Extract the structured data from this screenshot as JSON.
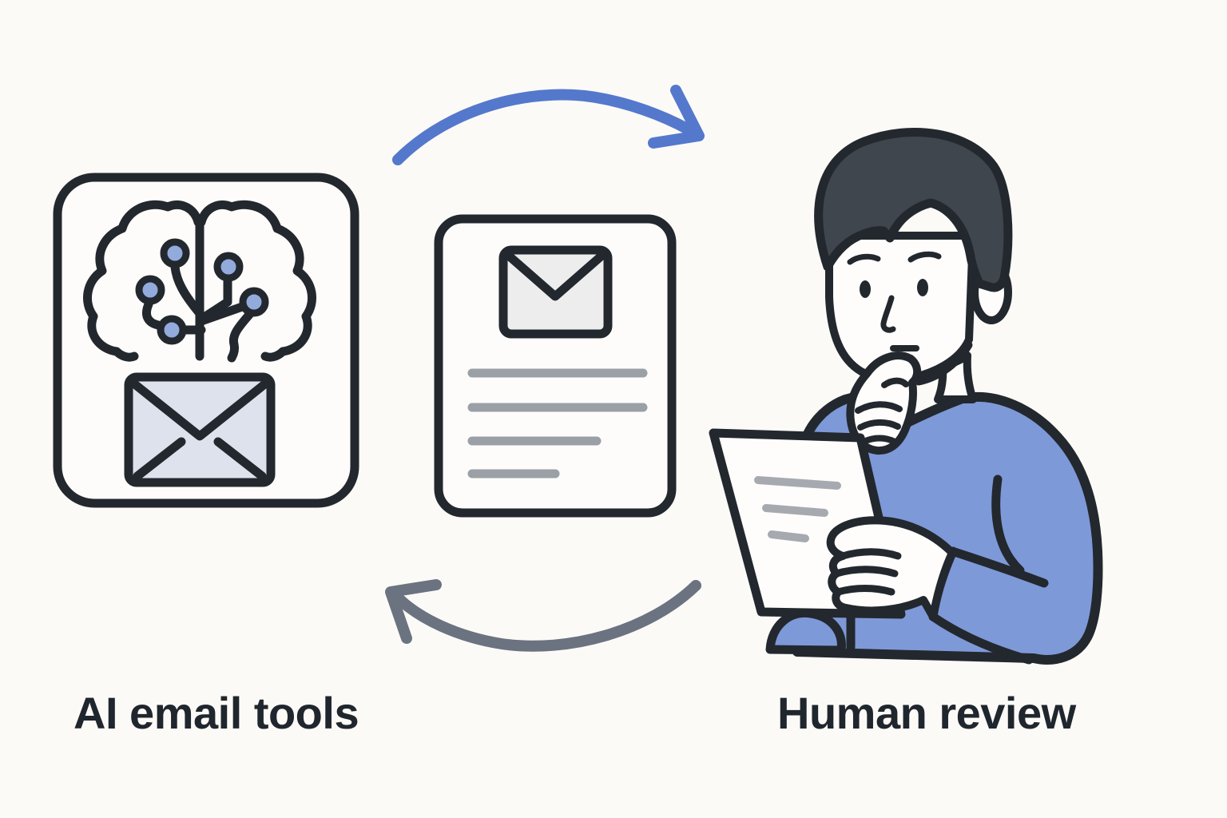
{
  "scene": {
    "background_color": "#fbfaf7",
    "outline_color": "#23282e",
    "description": "Cycle diagram: AI email tools produce an email draft which goes to human review, and feedback loops back"
  },
  "labels": {
    "left": "AI email tools",
    "right": "Human review"
  },
  "left_icon": {
    "name": "ai-brain-email-icon",
    "box_fill": "#fdfcfa",
    "node_color": "#92abdc",
    "node_count": 5,
    "envelope_fill": "#dde2ec"
  },
  "center_icon": {
    "name": "email-draft-document-icon",
    "page_fill": "#fdfcfa",
    "envelope_fill": "#ededee",
    "text_line_color": "#9aa0a6",
    "text_line_count": 4
  },
  "arrows": {
    "top": {
      "name": "cycle-arrow-top",
      "color": "#5478cc",
      "direction": "left-to-right"
    },
    "bottom": {
      "name": "cycle-arrow-bottom",
      "color": "#6b7380",
      "direction": "right-to-left"
    }
  },
  "person": {
    "name": "human-reviewer-illustration",
    "hair_color": "#40464d",
    "sweater_color": "#7e99d8",
    "skin_color": "#fefdfb",
    "paper_fill": "#fefdfb",
    "paper_line_color": "#a6aab0",
    "paper_line_count": 3,
    "pose": "thinking with hand on chin while reading a document"
  }
}
